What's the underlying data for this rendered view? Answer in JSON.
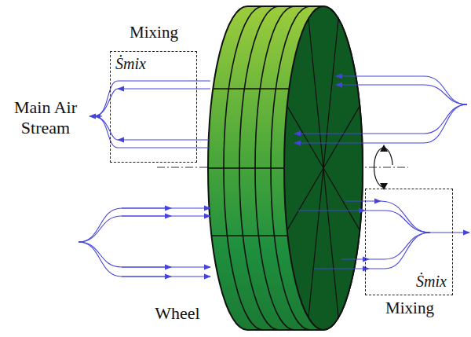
{
  "diagram": {
    "nodes": [
      {
        "text": [
          "Mixing",
          "Ṡmix"
        ]
      },
      {
        "text": [
          "Ṡmix",
          "Mixing"
        ]
      }
    ],
    "labels": [
      "Main Air Stream",
      "Wheel"
    ]
  }
}
